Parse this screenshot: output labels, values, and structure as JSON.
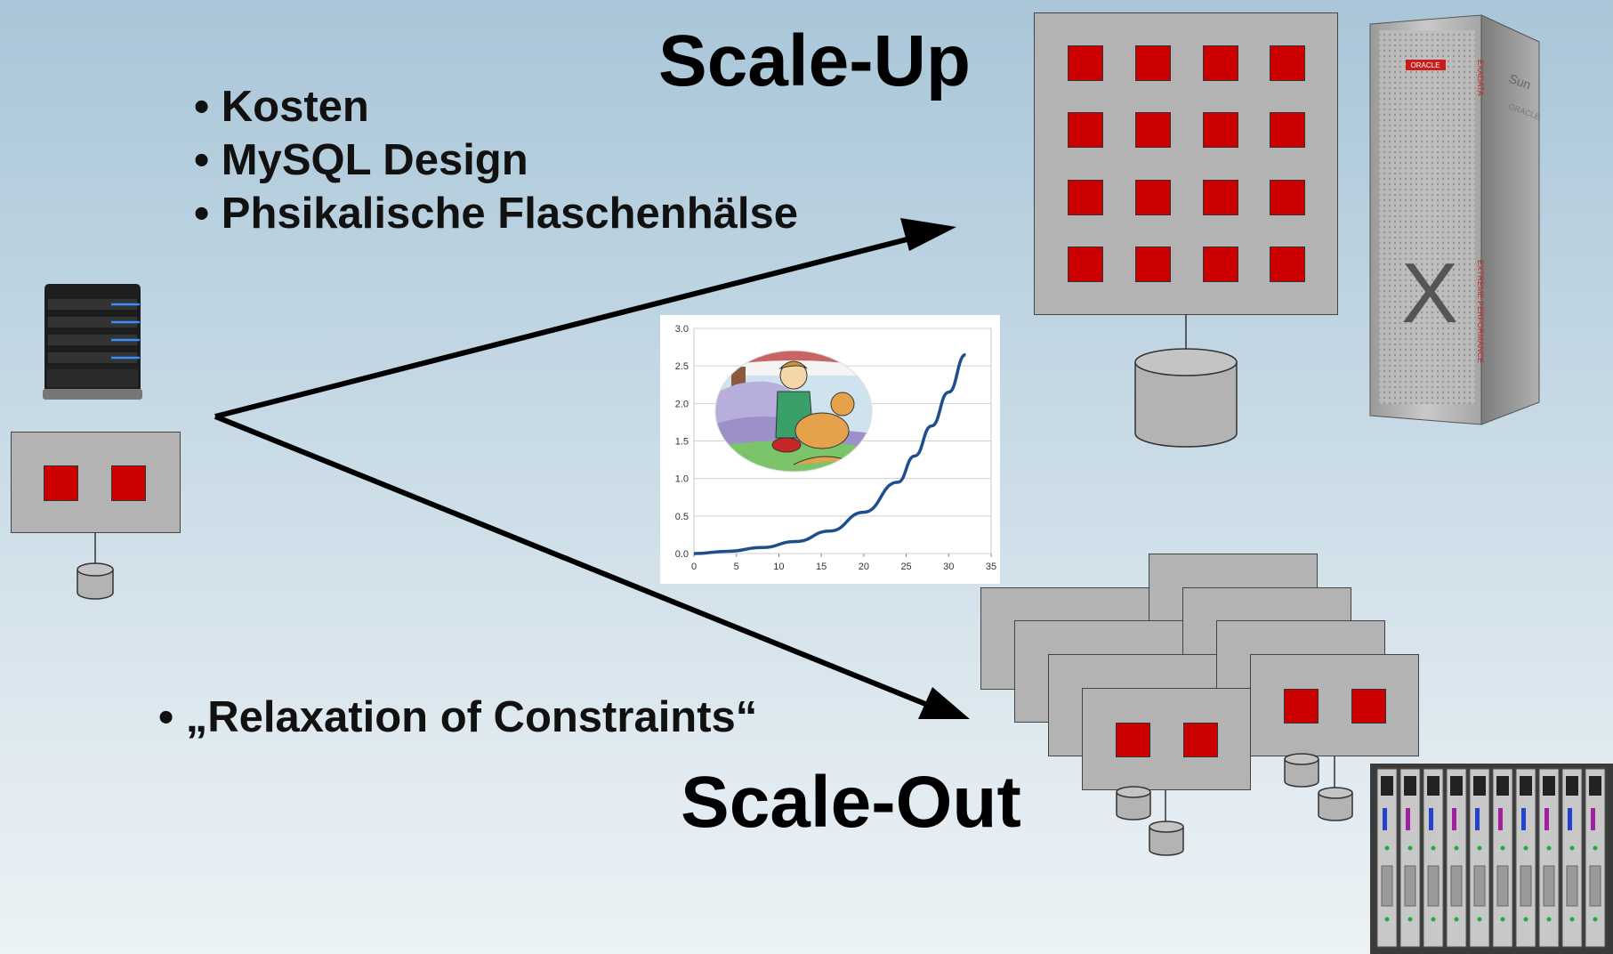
{
  "titles": {
    "scale_up": "Scale-Up",
    "scale_out": "Scale-Out"
  },
  "bullets_top": [
    "Kosten",
    "MySQL Design",
    "Phsikalische Flaschenhälse"
  ],
  "bullet_bottom": "„Relaxation of Constraints“",
  "rack_labels": {
    "brand": "ORACLE",
    "side_top": "EXADATA",
    "side_bottom": "EXTREME PERFORMANCE",
    "logo": "Sun",
    "logo_sub": "ORACLE",
    "big_letter": "X"
  },
  "colors": {
    "red_block": "#cc0000",
    "box_gray": "#b3b3b3",
    "curve": "#1f4e8c"
  },
  "chart_data": {
    "type": "line",
    "x_ticks": [
      "0",
      "5",
      "10",
      "15",
      "20",
      "25",
      "30",
      "35"
    ],
    "y_ticks": [
      "0.0",
      "0.5",
      "1.0",
      "1.5",
      "2.0",
      "2.5",
      "3.0"
    ],
    "xlim": [
      0,
      35
    ],
    "ylim": [
      0,
      3
    ],
    "grid": true,
    "series": [
      {
        "x": [
          0,
          4,
          8,
          12,
          16,
          20,
          24,
          26,
          28,
          30,
          32
        ],
        "y": [
          0.0,
          0.03,
          0.08,
          0.16,
          0.3,
          0.55,
          0.95,
          1.3,
          1.7,
          2.15,
          2.65
        ]
      }
    ]
  }
}
